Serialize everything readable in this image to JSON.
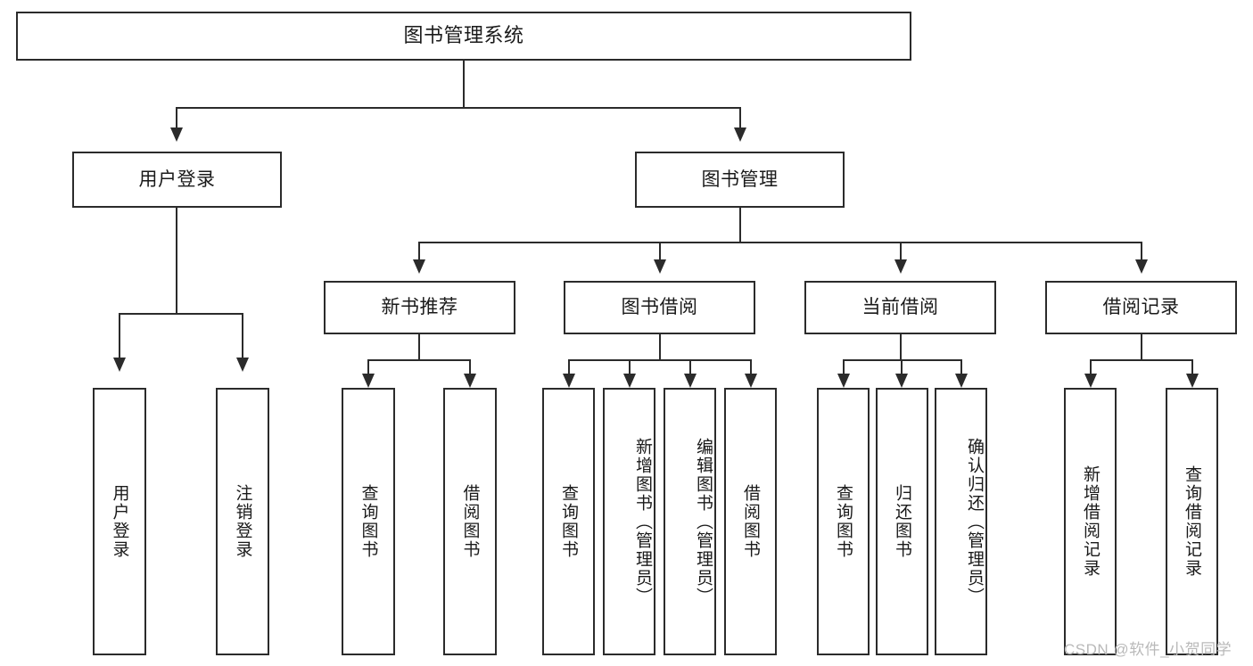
{
  "diagram": {
    "type": "tree",
    "title": "图书管理系统",
    "root": {
      "id": "root",
      "label": "图书管理系统"
    },
    "level2": [
      {
        "id": "user-login",
        "label": "用户登录"
      },
      {
        "id": "book-manage",
        "label": "图书管理"
      }
    ],
    "level3": [
      {
        "id": "new-book-rec",
        "label": "新书推荐",
        "parent": "book-manage"
      },
      {
        "id": "book-borrow",
        "label": "图书借阅",
        "parent": "book-manage"
      },
      {
        "id": "current-borrow",
        "label": "当前借阅",
        "parent": "book-manage"
      },
      {
        "id": "borrow-record",
        "label": "借阅记录",
        "parent": "book-manage"
      }
    ],
    "leaves": {
      "user-login": [
        {
          "id": "leaf-user-login",
          "label": "用户登录"
        },
        {
          "id": "leaf-logout",
          "label": "注销登录"
        }
      ],
      "new-book-rec": [
        {
          "id": "leaf-query-book-1",
          "label": "查询图书"
        },
        {
          "id": "leaf-borrow-book-1",
          "label": "借阅图书"
        }
      ],
      "book-borrow": [
        {
          "id": "leaf-query-book-2",
          "label": "查询图书"
        },
        {
          "id": "leaf-add-book",
          "label": "新增图书（管理员）"
        },
        {
          "id": "leaf-edit-book",
          "label": "编辑图书（管理员）"
        },
        {
          "id": "leaf-borrow-book-2",
          "label": "借阅图书"
        }
      ],
      "current-borrow": [
        {
          "id": "leaf-query-book-3",
          "label": "查询图书"
        },
        {
          "id": "leaf-return-book",
          "label": "归还图书"
        },
        {
          "id": "leaf-confirm-return",
          "label": "确认归还（管理员）"
        }
      ],
      "borrow-record": [
        {
          "id": "leaf-add-record",
          "label": "新增借阅记录"
        },
        {
          "id": "leaf-query-record",
          "label": "查询借阅记录"
        }
      ]
    },
    "colors": {
      "stroke": "#2b2b2b",
      "fill": "#ffffff",
      "text": "#1a1a1a",
      "watermark": "#b9b9b9"
    }
  },
  "watermark": {
    "text": "CSDN @软件_小贺同学"
  }
}
